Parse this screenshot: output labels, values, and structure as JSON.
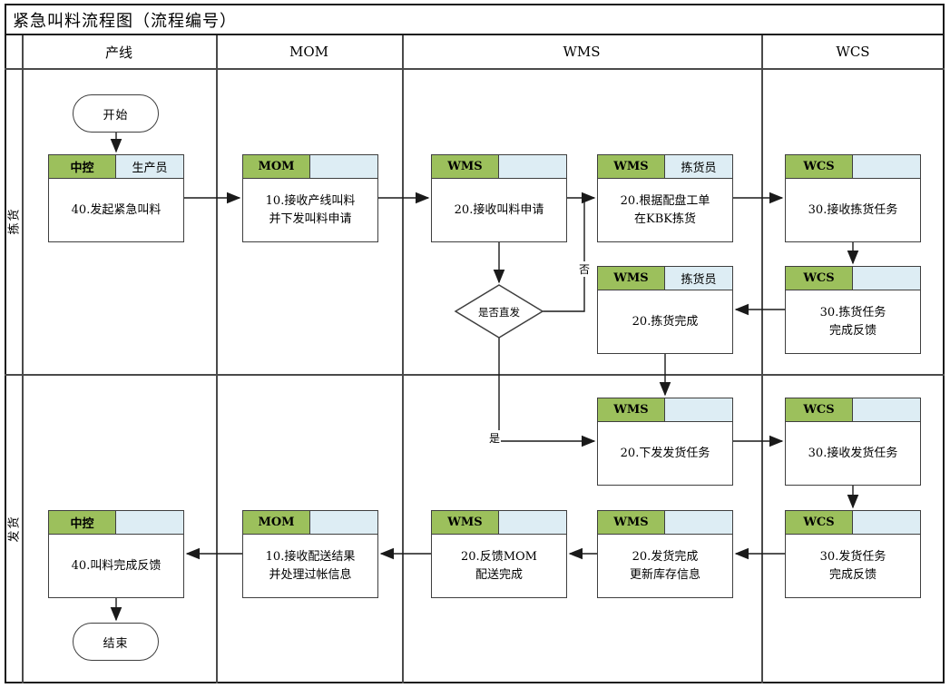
{
  "title": "紧急叫料流程图（流程编号）",
  "columns": [
    "产线",
    "MOM",
    "WMS",
    "WCS"
  ],
  "lanes": [
    "拣货",
    "发货"
  ],
  "start_label": "开始",
  "end_label": "结束",
  "decision_label": "是否直发",
  "branch_yes": "是",
  "branch_no": "否",
  "colors": {
    "system_cell_green": "#9cc05c",
    "role_cell_blue": "#ddedf4",
    "line": "#1a1a1a"
  },
  "nodes": [
    {
      "system": "中控",
      "role": "生产员",
      "text": "40.发起紧急叫料"
    },
    {
      "system": "MOM",
      "role": "",
      "text": "10.接收产线叫料\n并下发叫料申请"
    },
    {
      "system": "WMS",
      "role": "",
      "text": "20.接收叫料申请"
    },
    {
      "system": "WMS",
      "role": "拣货员",
      "text": "20.根据配盘工单\n在KBK拣货"
    },
    {
      "system": "WCS",
      "role": "",
      "text": "30.接收拣货任务"
    },
    {
      "system": "WMS",
      "role": "拣货员",
      "text": "20.拣货完成"
    },
    {
      "system": "WCS",
      "role": "",
      "text": "30.拣货任务\n完成反馈"
    },
    {
      "system": "WMS",
      "role": "",
      "text": "20.下发发货任务"
    },
    {
      "system": "WCS",
      "role": "",
      "text": "30.接收发货任务"
    },
    {
      "system": "WCS",
      "role": "",
      "text": "30.发货任务\n完成反馈"
    },
    {
      "system": "WMS",
      "role": "",
      "text": "20.发货完成\n更新库存信息"
    },
    {
      "system": "WMS",
      "role": "",
      "text": "20.反馈MOM\n配送完成"
    },
    {
      "system": "MOM",
      "role": "",
      "text": "10.接收配送结果\n并处理过帐信息"
    },
    {
      "system": "中控",
      "role": "",
      "text": "40.叫料完成反馈"
    }
  ]
}
